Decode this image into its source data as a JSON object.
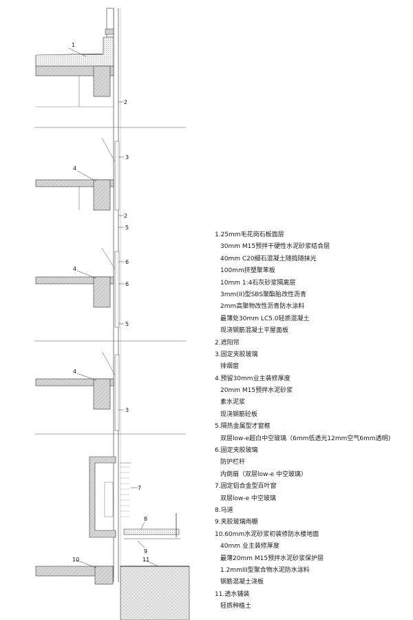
{
  "callouts": {
    "n1": "1",
    "n2": "2",
    "n3": "3",
    "n4": "4",
    "n5": "5",
    "n6": "6",
    "n7": "7",
    "n8": "8",
    "n9": "9",
    "n10": "10",
    "n11": "11"
  },
  "legend": [
    {
      "text": "1.25mm毛花岗石板面层",
      "sub": false
    },
    {
      "text": "30mm M15预拌干硬性水泥砂浆结合层",
      "sub": true
    },
    {
      "text": "40mm C20细石混凝土随捣随抹光",
      "sub": true
    },
    {
      "text": "100mm挤塑聚苯板",
      "sub": true
    },
    {
      "text": "10mm 1:4石灰砂浆隔离层",
      "sub": true
    },
    {
      "text": "3mm(II)型SBS聚酯胎改性沥青",
      "sub": true
    },
    {
      "text": "2mm高聚物改性沥青防水涂料",
      "sub": true
    },
    {
      "text": "最薄处30mm LC5.0轻质混凝土",
      "sub": true
    },
    {
      "text": "现浇钢筋混凝土平屋面板",
      "sub": true
    },
    {
      "text": "2.遮阳帘",
      "sub": false
    },
    {
      "text": "3.固定夹胶玻璃",
      "sub": false
    },
    {
      "text": "排烟窗",
      "sub": true
    },
    {
      "text": "4.预留30mm业主装修厚度",
      "sub": false
    },
    {
      "text": "20mm M15预拌水泥砂浆",
      "sub": true
    },
    {
      "text": "素水泥浆",
      "sub": true
    },
    {
      "text": "现浇钢筋砼板",
      "sub": true
    },
    {
      "text": "5.隔热金属型才窗框",
      "sub": false
    },
    {
      "text": "双层low-e超白中空玻璃（6mm低透光12mm空气6mm透明)",
      "sub": true
    },
    {
      "text": "6.固定夹胶玻璃",
      "sub": false
    },
    {
      "text": "防护栏杆",
      "sub": true
    },
    {
      "text": "内倒扇（双层low-e 中空玻璃）",
      "sub": true
    },
    {
      "text": "7.固定铝合金型百叶窗",
      "sub": false
    },
    {
      "text": "双层low-e 中空玻璃",
      "sub": true
    },
    {
      "text": "8.马道",
      "sub": false
    },
    {
      "text": "9.夹胶玻璃雨棚",
      "sub": false
    },
    {
      "text": "10.60mm水泥砂浆初装修防水楼地面",
      "sub": false
    },
    {
      "text": "40mm 业主装修厚度",
      "sub": true
    },
    {
      "text": "最薄20mm M15预拌水泥砂浆保护层",
      "sub": true
    },
    {
      "text": "1.2mmIII型聚合物水泥防水涂料",
      "sub": true
    },
    {
      "text": "钢筋混凝土浇板",
      "sub": true
    },
    {
      "text": "11.透水铺装",
      "sub": false
    },
    {
      "text": "轻质种植土",
      "sub": true
    }
  ]
}
